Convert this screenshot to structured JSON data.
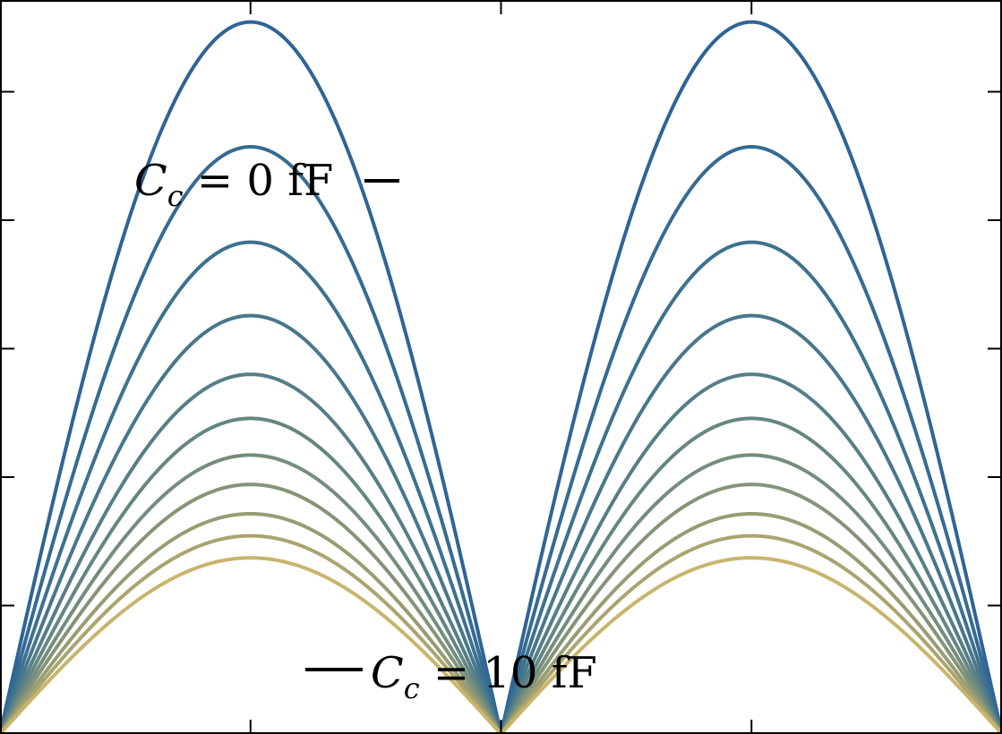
{
  "chart_data": {
    "type": "line",
    "title": "",
    "xlabel": "",
    "ylabel": "",
    "series_shape": "abs_cos",
    "x_period": 1.0,
    "x_range": [
      -0.5,
      1.5
    ],
    "y_range": [
      0,
      1
    ],
    "y_ticks": [
      0.175,
      0.35,
      0.525,
      0.7,
      0.875
    ],
    "x_ticks": [
      0,
      0.5,
      1
    ],
    "grid": false,
    "legend": "none",
    "series": [
      {
        "peak": 0.97,
        "color": "#2f6496"
      },
      {
        "peak": 0.8,
        "color": "#356b93"
      },
      {
        "peak": 0.67,
        "color": "#3d718f"
      },
      {
        "peak": 0.57,
        "color": "#48778b"
      },
      {
        "peak": 0.49,
        "color": "#567e87"
      },
      {
        "peak": 0.43,
        "color": "#658681"
      },
      {
        "peak": 0.38,
        "color": "#748d7c"
      },
      {
        "peak": 0.34,
        "color": "#859478"
      },
      {
        "peak": 0.3,
        "color": "#979c73"
      },
      {
        "peak": 0.27,
        "color": "#aaa46f"
      },
      {
        "peak": 0.24,
        "color": "#c8b56c"
      }
    ],
    "annotations": [
      {
        "id": "top",
        "prefix": "C",
        "sub": "c",
        "rest": " = 0 fF"
      },
      {
        "id": "bottom",
        "prefix": "C",
        "sub": "c",
        "rest": " = 10 fF"
      }
    ]
  }
}
